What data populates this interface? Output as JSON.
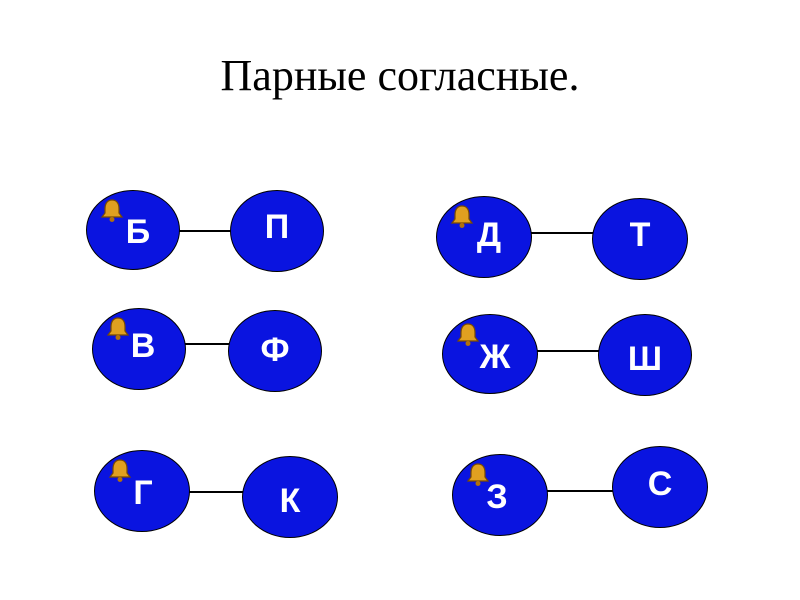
{
  "title": "Парные согласные.",
  "colors": {
    "circle_fill": "#0a14e0",
    "circle_border": "#000000",
    "letter": "#ffffff",
    "connector": "#000000",
    "bell": "#e0a020"
  },
  "icons": {
    "voiced_marker": "bell-icon"
  },
  "pairs": [
    {
      "voiced": "Б",
      "voiceless": "П"
    },
    {
      "voiced": "Д",
      "voiceless": "Т"
    },
    {
      "voiced": "В",
      "voiceless": "Ф"
    },
    {
      "voiced": "Ж",
      "voiceless": "Ш"
    },
    {
      "voiced": "Г",
      "voiceless": "К"
    },
    {
      "voiced": "З",
      "voiceless": "С"
    }
  ]
}
